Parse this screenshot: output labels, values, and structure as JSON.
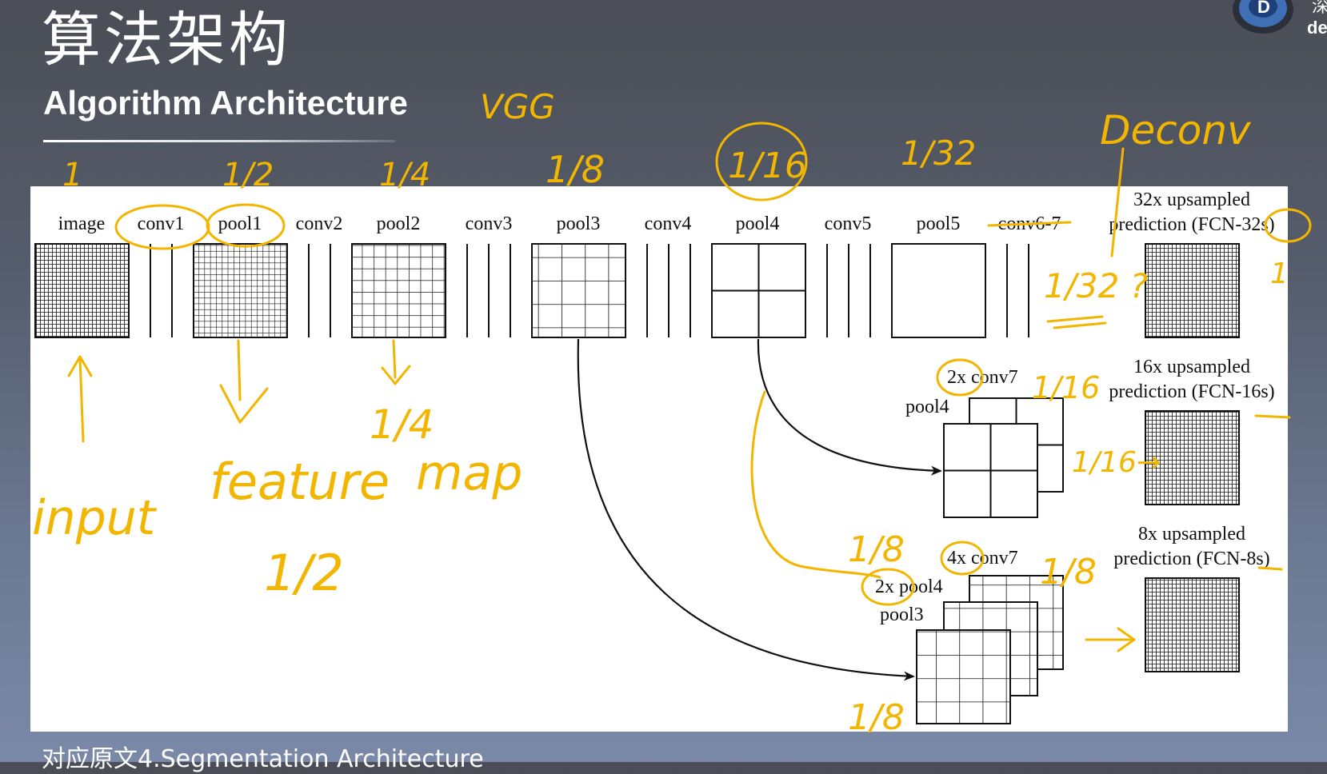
{
  "slide": {
    "title_zh": "算法架构",
    "title_en": "Algorithm Architecture",
    "caption": "对应原文4.Segmentation Architecture",
    "logo_text_top": "深",
    "logo_text": "de"
  },
  "diagram": {
    "stage_labels": [
      "image",
      "conv1",
      "pool1",
      "conv2",
      "pool2",
      "conv3",
      "pool3",
      "conv4",
      "pool4",
      "conv5",
      "pool5",
      "conv6-7"
    ],
    "outputs": {
      "fcn32_line1": "32x upsampled",
      "fcn32_line2": "prediction (FCN-32s)",
      "fcn16_line1": "16x upsampled",
      "fcn16_line2": "prediction (FCN-16s)",
      "fcn8_line1": "8x upsampled",
      "fcn8_line2": "prediction (FCN-8s)"
    },
    "fusion_labels": {
      "conv7_2x": "2x conv7",
      "pool4_16s": "pool4",
      "conv7_4x": "4x conv7",
      "pool4_2x": "2x pool4",
      "pool3_8s": "pool3"
    }
  },
  "annotations": {
    "vgg": "VGG",
    "deconv": "Deconv",
    "scales": [
      "1",
      "1/2",
      "1/4",
      "1/8",
      "1/16",
      "1/32"
    ],
    "scale_32q": "1/32 ?",
    "scale_16": "1/16",
    "scale_16_arrow": "1/16→",
    "scale_8_a": "1/8",
    "scale_8_b": "1/8",
    "scale_8_c": "1/8",
    "out_one": "1",
    "input_word": "input",
    "feature_word": "feature",
    "map_word": "map",
    "half": "1/2",
    "quarter": "1/4",
    "colors": {
      "ink": "#f2b600",
      "panel": "#ffffff",
      "line": "#111111"
    }
  }
}
